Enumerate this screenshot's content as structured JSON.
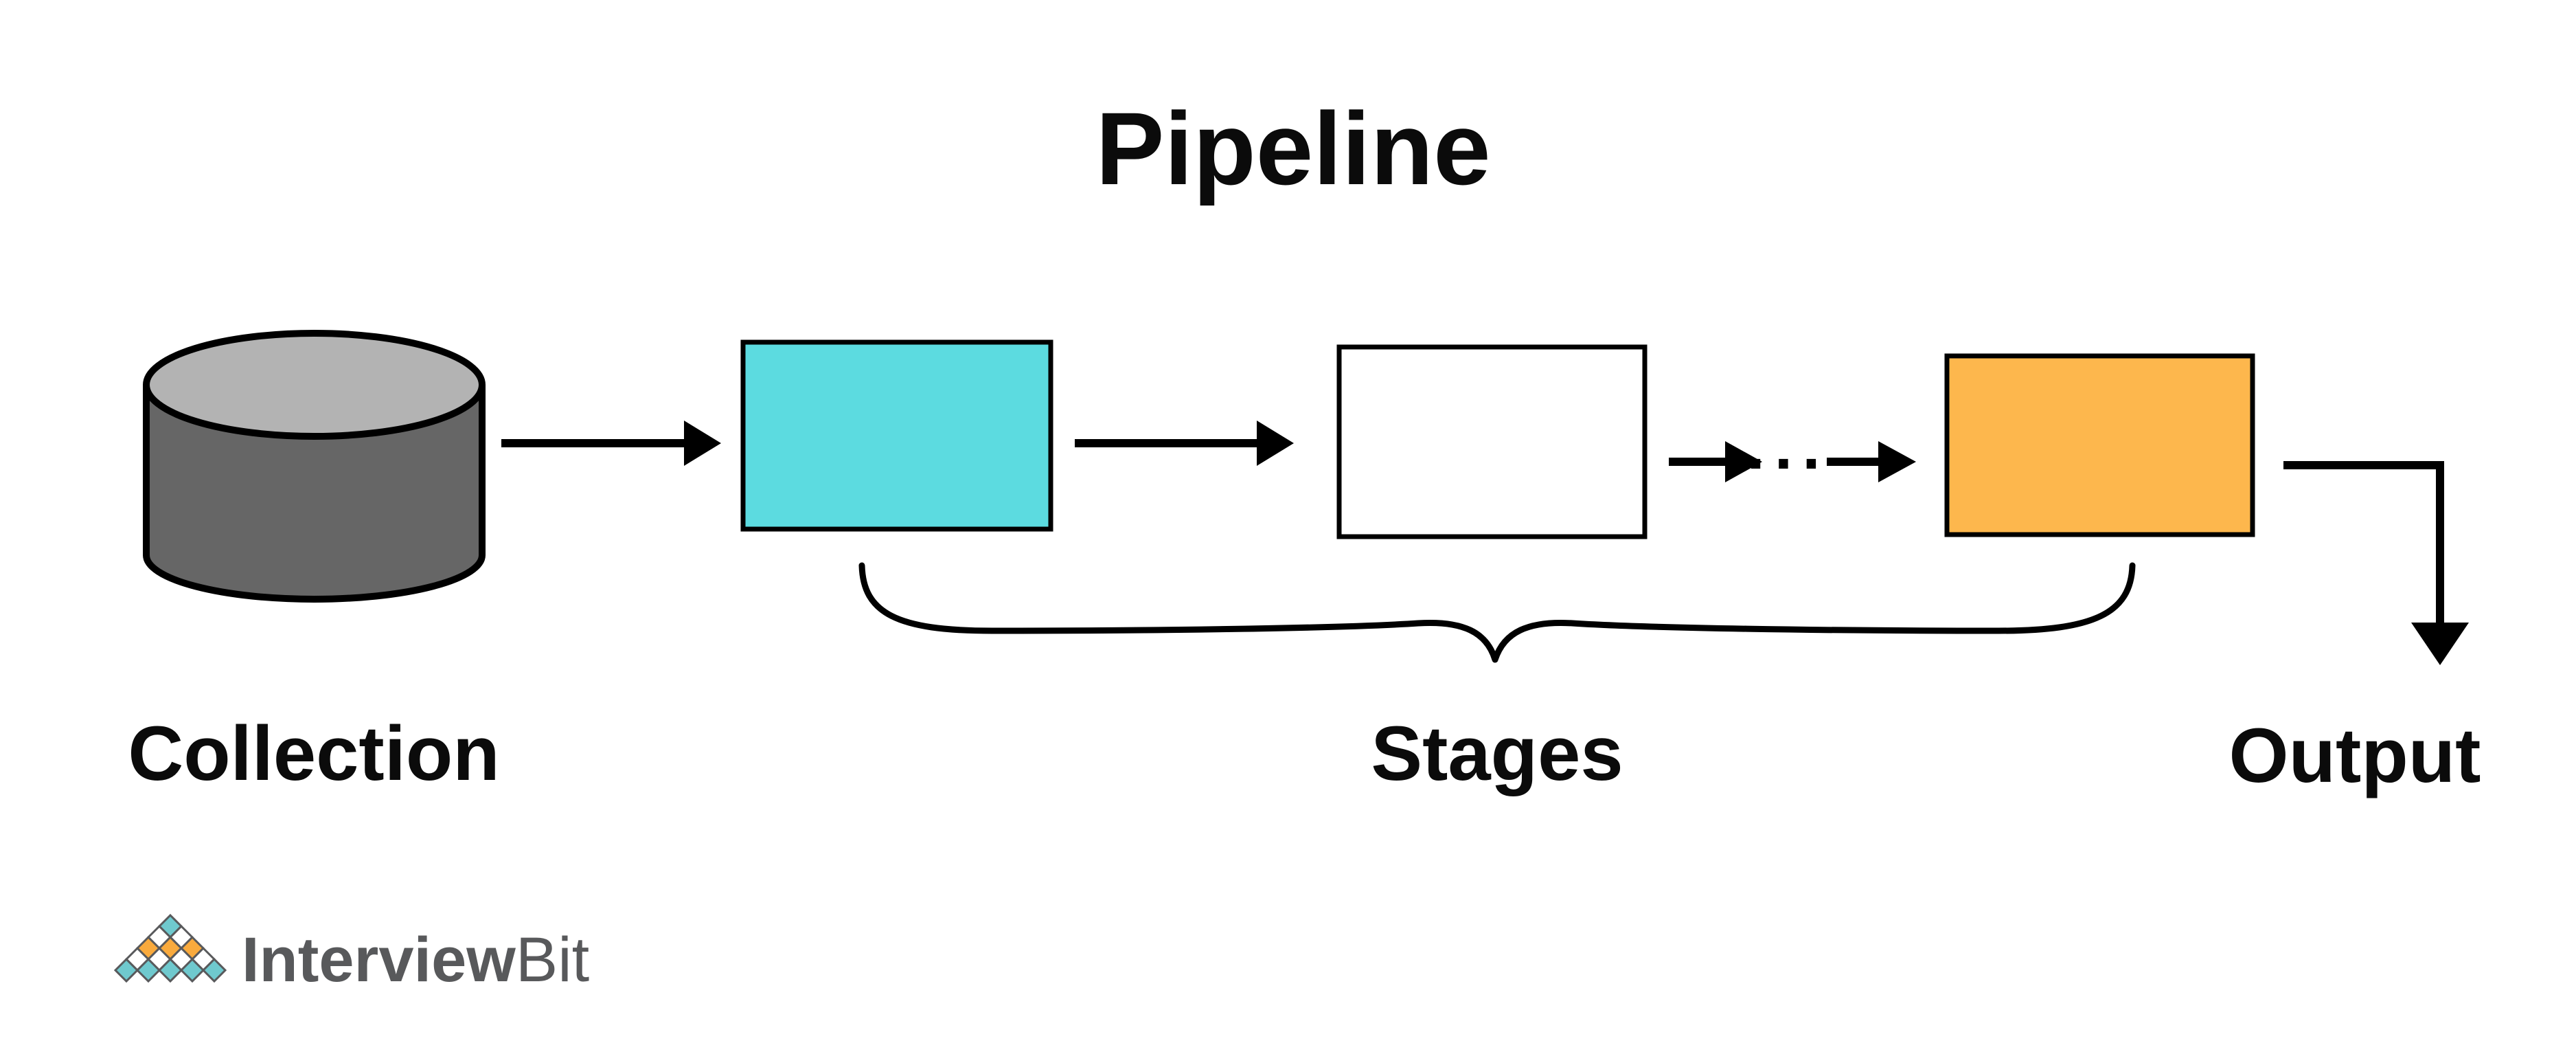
{
  "title": "Pipeline",
  "pipeline": {
    "source_label": "Collection",
    "stages_label": "Stages",
    "output_label": "Output",
    "ellipsis": "...",
    "colors": {
      "stage_first": "#5CDBE0",
      "stage_middle": "#FFFFFF",
      "stage_last": "#FDB74D",
      "collection_body": "#666666",
      "collection_top": "#B3B3B3",
      "line": "#000000"
    }
  },
  "branding": {
    "name_bold": "Interview",
    "name_light": "Bit",
    "text_color": "#58595B",
    "diamond_teal": "#6FC9CE",
    "diamond_orange": "#F9AA3D",
    "diamond_white": "#FFFFFF"
  }
}
